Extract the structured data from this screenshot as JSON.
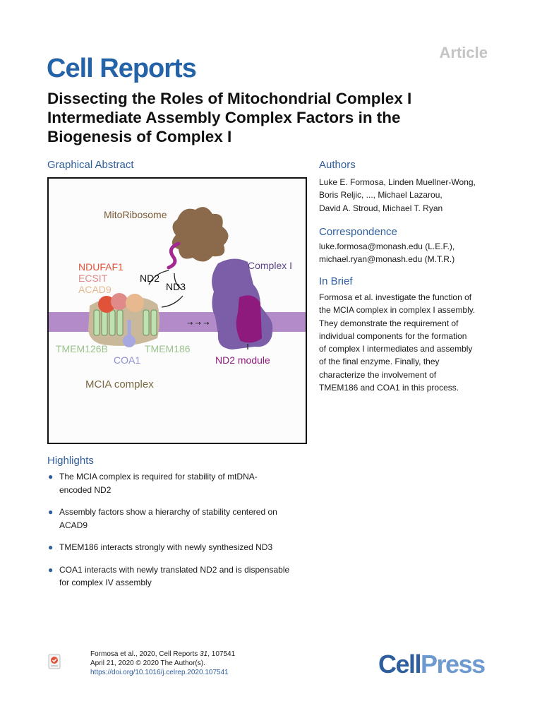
{
  "header": {
    "article_label": "Article",
    "journal": "Cell Reports",
    "title": "Dissecting the Roles of Mitochondrial Complex I Intermediate Assembly Complex Factors in the Biogenesis of Complex I"
  },
  "graphical_abstract": {
    "heading": "Graphical Abstract",
    "labels": {
      "mitoribosome": "MitoRibosome",
      "ndufaf1": "NDUFAF1",
      "ecsit": "ECSIT",
      "acad9": "ACAD9",
      "nd2": "ND2",
      "nd3": "ND3",
      "complex1": "Complex I",
      "tmem126b": "TMEM126B",
      "tmem186": "TMEM186",
      "coa1": "COA1",
      "nd2_module": "ND2 module",
      "mcia": "MCIA complex"
    },
    "colors": {
      "ribosome": "#8a6a4a",
      "complex1": "#7b5ea7",
      "nd2_module": "#8e1a7e",
      "membrane": "#b38bc9",
      "ndufaf1": "#e0533a",
      "ecsit": "#e08a8a",
      "acad9": "#e8b98f",
      "tmem": "#bfe0b0",
      "coa1": "#a7a8e0",
      "mcia_label": "#7a6a40"
    }
  },
  "authors": {
    "heading": "Authors",
    "lines": [
      "Luke E. Formosa, Linden Muellner-Wong,",
      "Boris Reljic, ..., Michael Lazarou,",
      "David A. Stroud, Michael T. Ryan"
    ]
  },
  "correspondence": {
    "heading": "Correspondence",
    "lines": [
      "luke.formosa@monash.edu (L.E.F.),",
      "michael.ryan@monash.edu (M.T.R.)"
    ]
  },
  "in_brief": {
    "heading": "In Brief",
    "lines": [
      "Formosa et al. investigate the function of",
      "the MCIA complex in complex I assembly.",
      "They demonstrate the requirement of",
      "individual components for the formation",
      "of complex I intermediates and assembly",
      "of the final enzyme. Finally, they",
      "characterize the involvement of",
      "TMEM186 and COA1 in this process."
    ]
  },
  "highlights": {
    "heading": "Highlights",
    "items": [
      [
        "The MCIA complex is required for stability of mtDNA-",
        "encoded ND2"
      ],
      [
        "Assembly factors show a hierarchy of stability centered on",
        "ACAD9"
      ],
      [
        "TMEM186 interacts strongly with newly synthesized ND3"
      ],
      [
        "COA1 interacts with newly translated ND2 and is dispensable",
        "for complex IV assembly"
      ]
    ]
  },
  "footer": {
    "citation_pre": "Formosa et al., 2020, Cell Reports ",
    "volume": "31",
    "citation_post": ", 107541",
    "date_line": "April 21, 2020 © 2020 The Author(s).",
    "doi": "https://doi.org/10.1016/j.celrep.2020.107541"
  },
  "publisher": {
    "part1": "Cell",
    "part2": "Press"
  }
}
